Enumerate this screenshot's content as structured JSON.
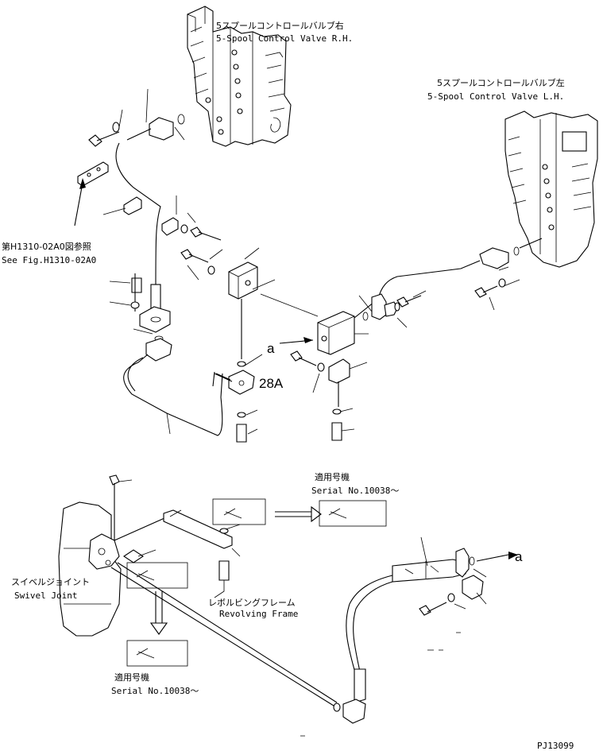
{
  "labels": {
    "valve_rh_jp": "5スプールコントロールバルブ右",
    "valve_rh_en": "5-Spool Control Valve R.H.",
    "valve_lh_jp": "5スプールコントロールバルブ左",
    "valve_lh_en": "5-Spool Control Valve L.H.",
    "ref_jp": "第H1310-02A0図参照",
    "ref_en": "See Fig.H1310-02A0",
    "part_28a": "28A",
    "mark_a_left": "a",
    "mark_a_right": "a",
    "serial_jp_1": "適用号機",
    "serial_en_1": "Serial No.10038～",
    "serial_jp_2": "適用号機",
    "serial_en_2": "Serial No.10038～",
    "swivel_jp": "スイベルジョイント",
    "swivel_en": "Swivel Joint",
    "revolving_jp": "レボルビングフレーム",
    "revolving_en": "Revolving Frame",
    "figure_code": "PJ13099"
  }
}
